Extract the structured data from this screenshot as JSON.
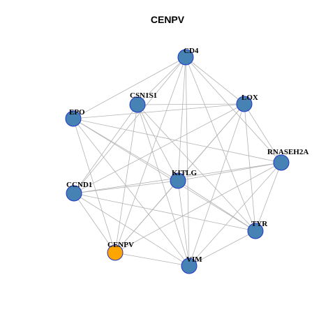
{
  "title": "CENPV",
  "colors": {
    "node_default": "#4682b4",
    "node_highlight": "#ffa500",
    "node_border": "#1f35c8",
    "edge": "#b3b3b3"
  },
  "nodes": [
    {
      "id": "CD4",
      "label": "CD4",
      "highlight": false
    },
    {
      "id": "CSN1S1",
      "label": "CSN1S1",
      "highlight": false
    },
    {
      "id": "LOX",
      "label": "LOX",
      "highlight": false
    },
    {
      "id": "EPO",
      "label": "EPO",
      "highlight": false
    },
    {
      "id": "RNASEH2A",
      "label": "RNASEH2A",
      "highlight": false
    },
    {
      "id": "KITLG",
      "label": "KITLG",
      "highlight": false
    },
    {
      "id": "CCND1",
      "label": "CCND1",
      "highlight": false
    },
    {
      "id": "TYR",
      "label": "TYR",
      "highlight": false
    },
    {
      "id": "CENPV",
      "label": "CENPV",
      "highlight": true
    },
    {
      "id": "VIM",
      "label": "VIM",
      "highlight": false
    }
  ],
  "edges": [
    [
      "CD4",
      "CSN1S1"
    ],
    [
      "CD4",
      "LOX"
    ],
    [
      "CD4",
      "EPO"
    ],
    [
      "CD4",
      "RNASEH2A"
    ],
    [
      "CD4",
      "KITLG"
    ],
    [
      "CD4",
      "CCND1"
    ],
    [
      "CD4",
      "TYR"
    ],
    [
      "CD4",
      "CENPV"
    ],
    [
      "CD4",
      "VIM"
    ],
    [
      "CSN1S1",
      "LOX"
    ],
    [
      "CSN1S1",
      "KITLG"
    ],
    [
      "CSN1S1",
      "CCND1"
    ],
    [
      "CSN1S1",
      "TYR"
    ],
    [
      "CSN1S1",
      "CENPV"
    ],
    [
      "CSN1S1",
      "VIM"
    ],
    [
      "LOX",
      "EPO"
    ],
    [
      "LOX",
      "RNASEH2A"
    ],
    [
      "LOX",
      "KITLG"
    ],
    [
      "LOX",
      "CCND1"
    ],
    [
      "LOX",
      "TYR"
    ],
    [
      "LOX",
      "CENPV"
    ],
    [
      "LOX",
      "VIM"
    ],
    [
      "EPO",
      "RNASEH2A"
    ],
    [
      "EPO",
      "KITLG"
    ],
    [
      "EPO",
      "TYR"
    ],
    [
      "EPO",
      "CENPV"
    ],
    [
      "EPO",
      "VIM"
    ],
    [
      "RNASEH2A",
      "KITLG"
    ],
    [
      "RNASEH2A",
      "CCND1"
    ],
    [
      "RNASEH2A",
      "TYR"
    ],
    [
      "RNASEH2A",
      "CENPV"
    ],
    [
      "RNASEH2A",
      "VIM"
    ],
    [
      "KITLG",
      "CCND1"
    ],
    [
      "KITLG",
      "TYR"
    ],
    [
      "KITLG",
      "CENPV"
    ],
    [
      "KITLG",
      "VIM"
    ],
    [
      "CCND1",
      "TYR"
    ],
    [
      "CCND1",
      "CENPV"
    ],
    [
      "CCND1",
      "VIM"
    ],
    [
      "TYR",
      "VIM"
    ],
    [
      "CENPV",
      "VIM"
    ]
  ]
}
